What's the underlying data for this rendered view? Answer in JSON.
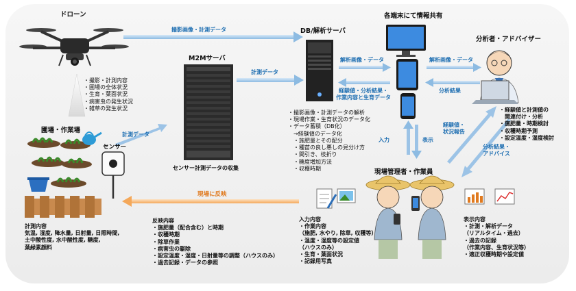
{
  "nodes": {
    "drone": "ドローン",
    "m2m": "M2Mサーバ",
    "db": "DB/解析サーバ",
    "devices": "各端末にて情報共有",
    "analyst": "分析者・アドバイザー",
    "field": "圃場・作業場",
    "sensor": "センサー",
    "manager": "現場管理者・作業員",
    "m2m_caption": "センサー計測データの収集"
  },
  "drone_items": "・撮影・計測内容\n・圃場の全体状況\n・生育・葉面状況\n・病害虫の発生状況\n・雑草の発生状況",
  "db_items": "・撮影画像・計測データの解析\n・現場作業・生育状況のデータ化\n・データ蓄積（DB化）\n　→経験値のデータ化\n　・施肥量とその配分\n　・種苗の良し悪しの見分け方\n　・間引き、枝折り\n　・糖度増加方法\n　・収穫時期",
  "analyst_items": "・経験値と計測値の\n　関連付け・分析\n・施肥量・時期検討\n・収穫時期予測\n・設定温度・湿度検討",
  "field_items": "計測内容\n気温, 湿度, 降水量, 日射量, 日照時間,\n土中酸性度, 水中酸性度, 糖度,\n葉緑素顔料",
  "feedback_items": "反映内容\n・施肥量（配合含む）と時期\n・収穫時期\n・除草作業\n・病害虫の駆除\n・設定温度・湿度・日射量等の調整（ハウスのみ）\n・過去記録・データの参照",
  "input_items": "入力内容\n・作業内容\n（施肥, 水やり, 除草, 収穫等）\n・温度・湿度等の設定値\n（ハウスのみ）\n・生育・葉面状況\n・記録用写真",
  "display_items": "表示内容\n・計測・解析データ\n（リアルタイム・過去）\n・過去の記録\n（作業内容、生育状況等）\n・適正収穫時期や設定値",
  "arrows": {
    "drone_to_db": "撮影画像・計測データ",
    "m2m_to_db": "計測データ",
    "field_to_m2m": "計測データ",
    "db_to_devices": "解析画像・データ",
    "devices_to_db": "経験値・分析結果・\n作業内容と生育データ",
    "devices_to_analyst": "解析画像・データ",
    "analyst_to_devices": "分析結果",
    "input": "入力",
    "display": "表示",
    "manager_to_analyst": "経験値・\n状況報告",
    "analyst_to_manager": "分析結果・\nアドバイス",
    "feedback": "現場に反映"
  },
  "colors": {
    "blue_arrow": "#9cc3e6",
    "orange_arrow": "#f6b26b",
    "panel_bg": "#f2f2f2",
    "server": "#2b2b2b"
  }
}
